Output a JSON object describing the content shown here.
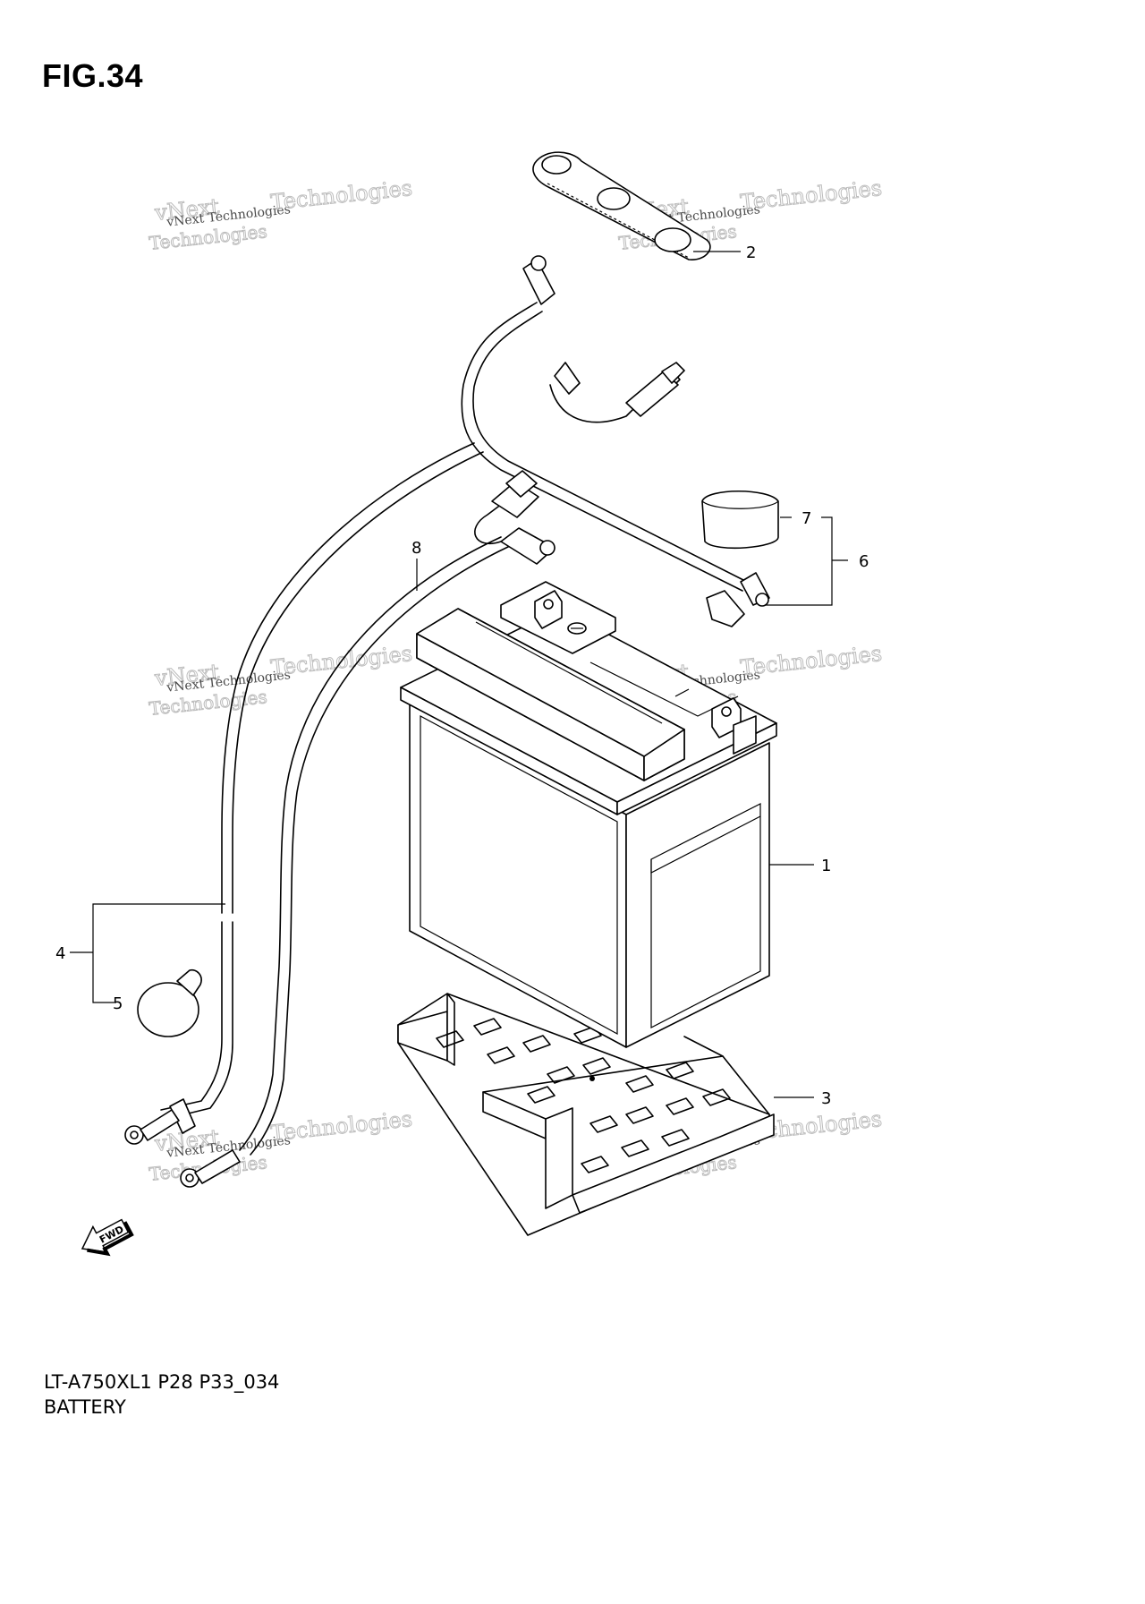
{
  "figure": {
    "title": "FIG.34"
  },
  "caption": {
    "model_code": "LT-A750XL1 P28 P33_034",
    "name": "BATTERY"
  },
  "callouts": [
    {
      "id": "c1",
      "label": "1"
    },
    {
      "id": "c2",
      "label": "2"
    },
    {
      "id": "c3",
      "label": "3"
    },
    {
      "id": "c4",
      "label": "4"
    },
    {
      "id": "c5",
      "label": "5"
    },
    {
      "id": "c6",
      "label": "6"
    },
    {
      "id": "c7",
      "label": "7"
    },
    {
      "id": "c8",
      "label": "8"
    }
  ],
  "watermark": {
    "line1": "vNext Technologies",
    "line2": "vNext",
    "line3": "Technologies"
  },
  "fwd_arrow": {
    "label": "FWD"
  }
}
